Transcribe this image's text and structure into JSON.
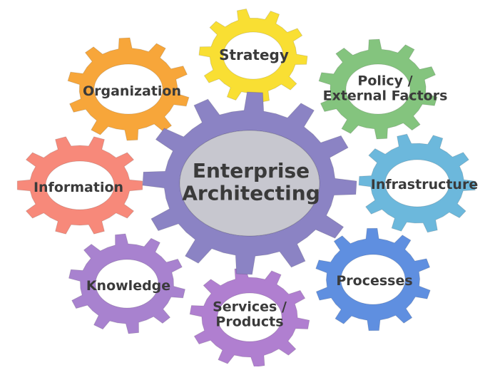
{
  "center": {
    "lines": [
      "Enterprise",
      "Architecting"
    ],
    "color": "#8b83c4",
    "hole_color": "#c7c7cf"
  },
  "gears": [
    {
      "id": "strategy",
      "lines": [
        "Strategy"
      ],
      "color": "#f9df33"
    },
    {
      "id": "policy-external-factors",
      "lines": [
        "Policy /",
        "External Factors"
      ],
      "color": "#84c47e"
    },
    {
      "id": "infrastructure",
      "lines": [
        "Infrastructure"
      ],
      "color": "#6cb8dc"
    },
    {
      "id": "processes",
      "lines": [
        "Processes"
      ],
      "color": "#5f8fe0"
    },
    {
      "id": "services-products",
      "lines": [
        "Services /",
        "Products"
      ],
      "color": "#b07fd0"
    },
    {
      "id": "knowledge",
      "lines": [
        "Knowledge"
      ],
      "color": "#a882cf"
    },
    {
      "id": "information",
      "lines": [
        "Information"
      ],
      "color": "#f7897a"
    },
    {
      "id": "organization",
      "lines": [
        "Organization"
      ],
      "color": "#f7a63a"
    }
  ]
}
